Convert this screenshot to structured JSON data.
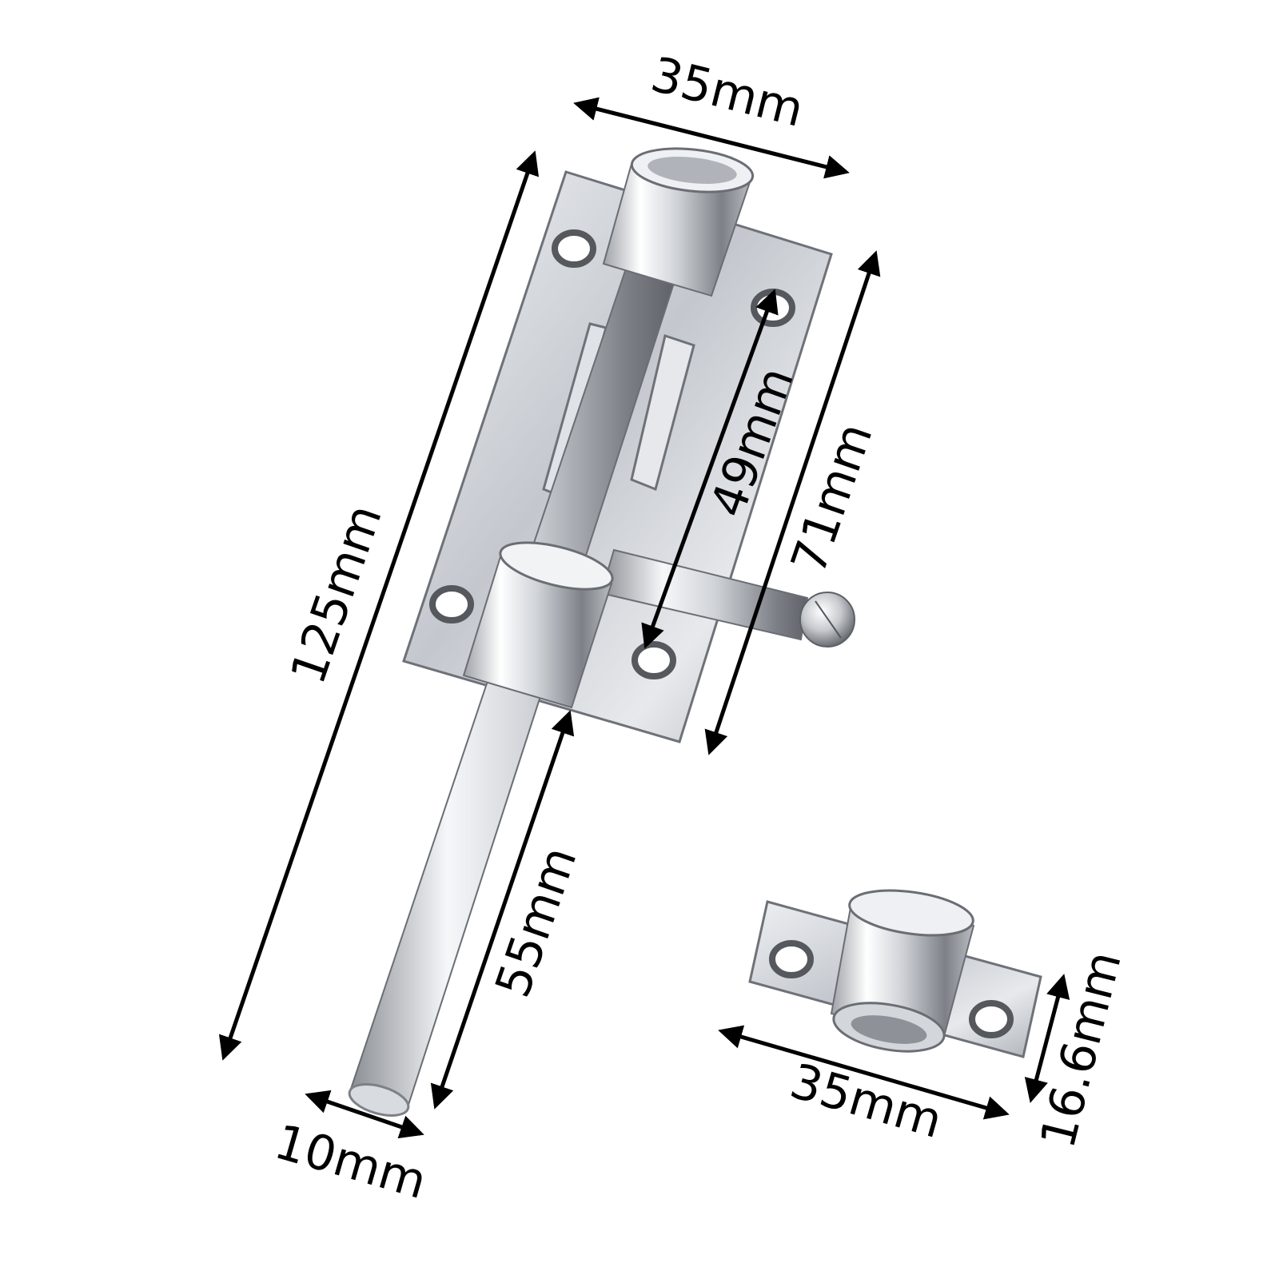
{
  "colors": {
    "background": "#ffffff",
    "dimension_line": "#000000",
    "metal_light": "#f7f8fa",
    "metal_mid": "#c9ccd1",
    "metal_dark": "#6e7278",
    "metal_edge": "#4a4d52"
  },
  "dimensions": {
    "bolt_width": "35mm",
    "bolt_length": "125mm",
    "hole_spacing": "49mm",
    "plate_length": "71mm",
    "bolt_extension": "55mm",
    "rod_diameter": "10mm",
    "keeper_width": "35mm",
    "keeper_height": "16.6mm"
  }
}
